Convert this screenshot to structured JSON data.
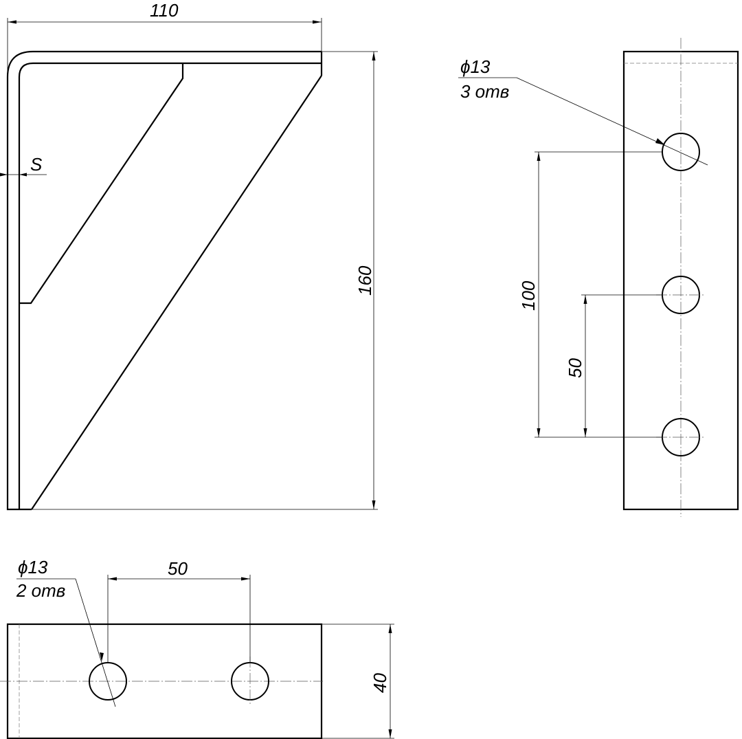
{
  "side_view": {
    "width_dim": "110",
    "height_dim": "160",
    "thickness_label": "S"
  },
  "right_view": {
    "hole_diameter": "ϕ13",
    "hole_count": "3 отв",
    "dim_100": "100",
    "dim_50": "50"
  },
  "bottom_view": {
    "hole_diameter": "ϕ13",
    "hole_count": "2 отв",
    "dim_50": "50",
    "dim_40": "40"
  }
}
